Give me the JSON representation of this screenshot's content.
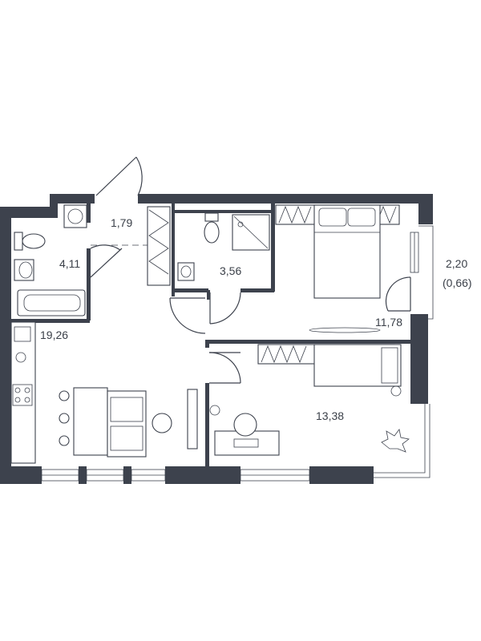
{
  "rooms": {
    "bathroom_left": "4,11",
    "corridor": "1,79",
    "bathroom_right": "3,56",
    "kitchen_living": "19,26",
    "bedroom_top": "11,78",
    "bedroom_bottom": "13,38",
    "balcony": "2,20",
    "balcony_reduced": "(0,66)"
  },
  "colors": {
    "wall": "#3d424d",
    "text": "#3b4049"
  }
}
